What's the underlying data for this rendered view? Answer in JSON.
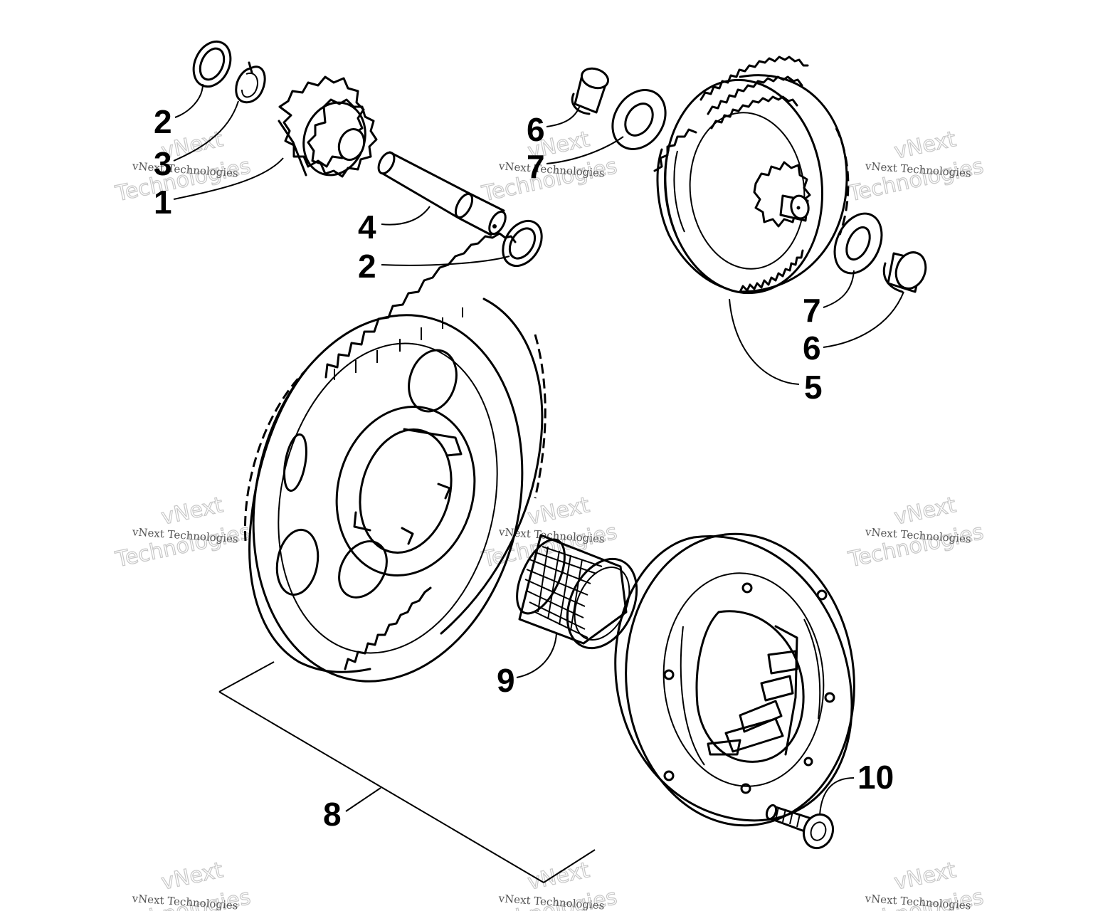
{
  "callouts": {
    "c1": "1",
    "c2a": "2",
    "c2b": "2",
    "c3": "3",
    "c4": "4",
    "c5": "5",
    "c6a": "6",
    "c6b": "6",
    "c7a": "7",
    "c7b": "7",
    "c8": "8",
    "c9": "9",
    "c10": "10"
  },
  "watermark": {
    "line": "vNext Technologies",
    "big_top": "vNext",
    "big_bottom": "Technologies"
  }
}
